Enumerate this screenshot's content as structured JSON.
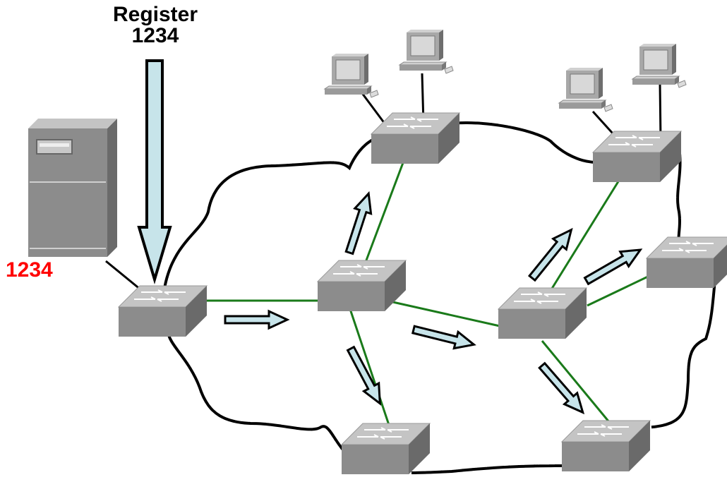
{
  "register_label": {
    "line1": "Register",
    "line2": "1234"
  },
  "server_label": "1234",
  "colors": {
    "link": "#1a7a1a",
    "cloud": "#000000",
    "arrow_fill": "#c7e4ea",
    "arrow_stroke": "#000000",
    "server_label": "#ff0000",
    "switch_top": "#c4c4c4",
    "switch_front": "#8c8c8c",
    "switch_side": "#6a6a6a"
  },
  "icons": {
    "server": "server-tower-icon",
    "switch": "network-switch-icon",
    "workstation": "desktop-computer-icon"
  },
  "node_names": [
    "switch-ingress",
    "switch-center",
    "switch-top",
    "switch-bottom",
    "switch-right-center",
    "switch-top-right",
    "switch-far-right",
    "switch-bottom-right"
  ]
}
